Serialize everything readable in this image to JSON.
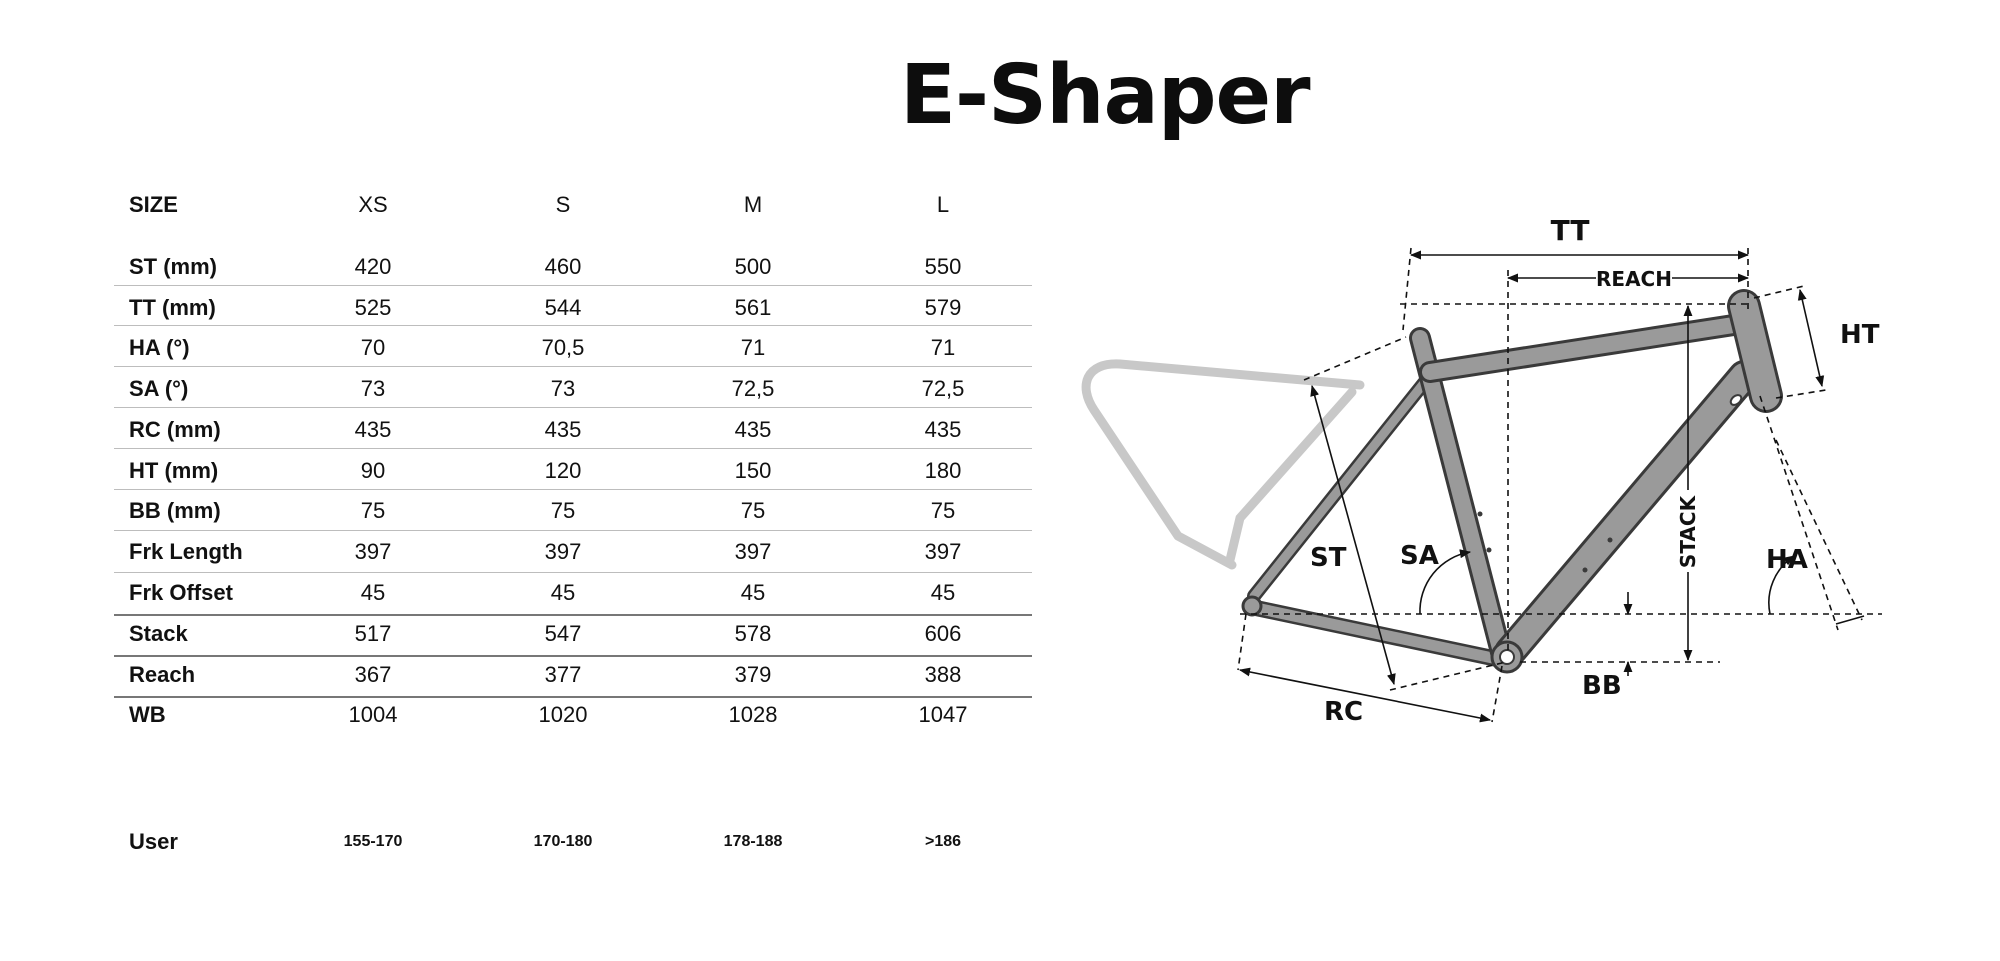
{
  "title": "E-Shaper",
  "table": {
    "header_label": "SIZE",
    "sizes": [
      "XS",
      "S",
      "M",
      "L"
    ],
    "rows": [
      {
        "label": "ST (mm)",
        "values": [
          "420",
          "460",
          "500",
          "550"
        ]
      },
      {
        "label": "TT (mm)",
        "values": [
          "525",
          "544",
          "561",
          "579"
        ]
      },
      {
        "label": "HA (°)",
        "values": [
          "70",
          "70,5",
          "71",
          "71"
        ]
      },
      {
        "label": "SA (°)",
        "values": [
          "73",
          "73",
          "72,5",
          "72,5"
        ]
      },
      {
        "label": "RC (mm)",
        "values": [
          "435",
          "435",
          "435",
          "435"
        ]
      },
      {
        "label": "HT (mm)",
        "values": [
          "90",
          "120",
          "150",
          "180"
        ]
      },
      {
        "label": "BB (mm)",
        "values": [
          "75",
          "75",
          "75",
          "75"
        ]
      },
      {
        "label": "Frk Length",
        "values": [
          "397",
          "397",
          "397",
          "397"
        ]
      },
      {
        "label": "Frk Offset",
        "values": [
          "45",
          "45",
          "45",
          "45"
        ]
      },
      {
        "label": "Stack",
        "values": [
          "517",
          "547",
          "578",
          "606"
        ]
      },
      {
        "label": "Reach",
        "values": [
          "367",
          "377",
          "379",
          "388"
        ]
      },
      {
        "label": "WB",
        "values": [
          "1004",
          "1020",
          "1028",
          "1047"
        ]
      }
    ],
    "user": {
      "label": "User",
      "values": [
        "155-170",
        "170-180",
        "178-188",
        ">186"
      ]
    }
  },
  "diagram": {
    "labels": {
      "tt": "TT",
      "reach": "REACH",
      "ht": "HT",
      "stack": "STACK",
      "ha": "HA",
      "st": "ST",
      "sa": "SA",
      "bb": "BB",
      "rc": "RC"
    },
    "colors": {
      "frame": "#9a9a9a",
      "frame_edge": "#3a3a3a",
      "rack": "#c8c8c8",
      "dimension": "#111111"
    }
  }
}
